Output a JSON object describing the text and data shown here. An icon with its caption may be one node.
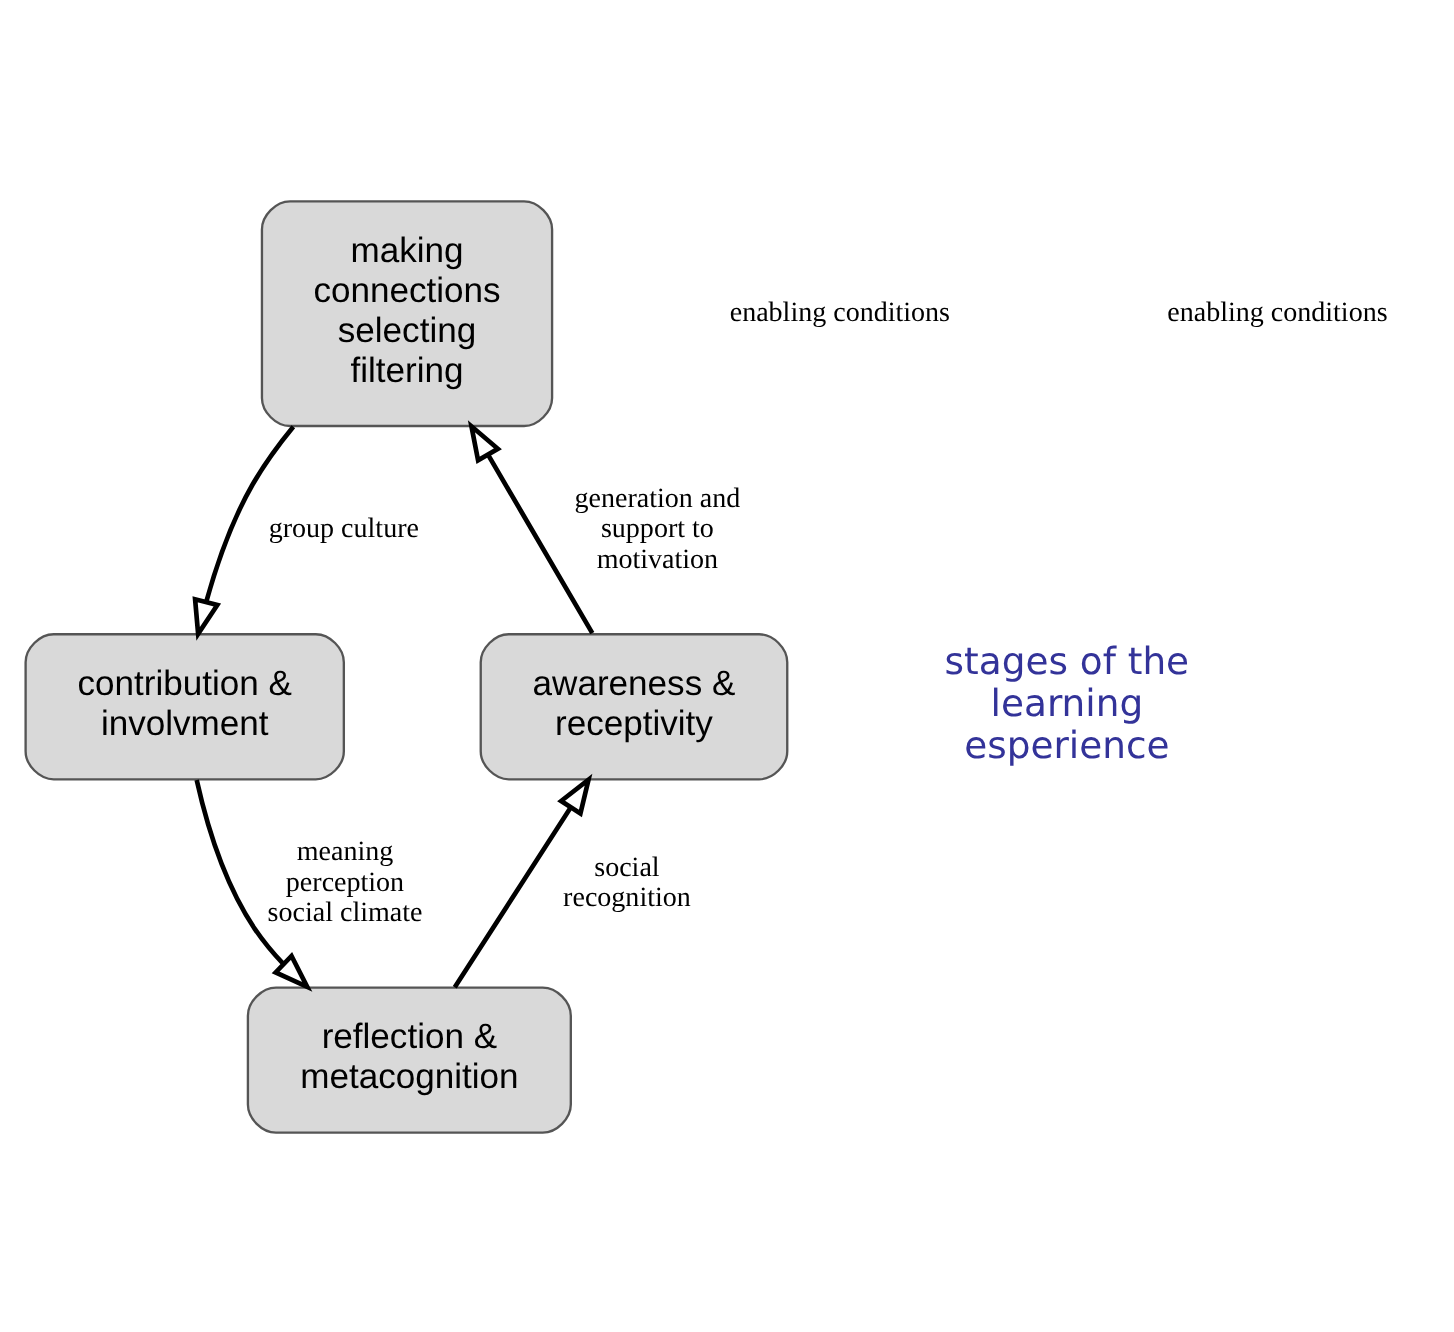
{
  "diagram": {
    "nodes": [
      {
        "text": [
          "making connections selecting filtering"
        ]
      },
      {
        "text": [
          "contribution & involvment"
        ]
      },
      {
        "text": [
          "reflection & metacognition"
        ]
      },
      {
        "text": [
          "awareness & receptivity"
        ]
      },
      {
        "text": [
          "stages of the learning esperience"
        ]
      }
    ],
    "edges": [
      {
        "from": 3,
        "to": 0,
        "arrow": "to",
        "label": "generation and support to motivation"
      },
      {
        "from": 0,
        "to": 1,
        "arrow": "to",
        "label": "group culture"
      },
      {
        "from": 1,
        "to": 2,
        "arrow": "to",
        "label": "meaning perception social climate"
      },
      {
        "from": 2,
        "to": 3,
        "arrow": "to",
        "label": "social recognition"
      }
    ],
    "labels": [
      "enabling conditions",
      "enabling conditions"
    ]
  }
}
